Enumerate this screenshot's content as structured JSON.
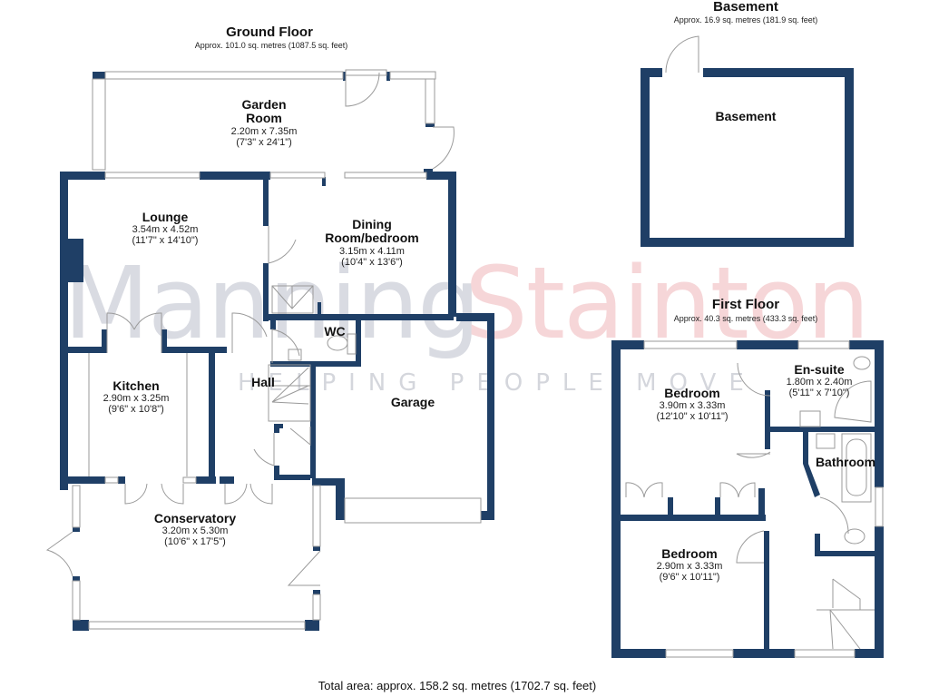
{
  "watermark": {
    "brand_part1": "Manning",
    "brand_part2": "Stainton",
    "tagline": "HELPING PEOPLE MOVE",
    "colors": {
      "part1": "#d9dbe2",
      "part2": "#f6d6d8"
    }
  },
  "colors": {
    "wall": "#1f3f66",
    "fixture_line": "#9a9a9a",
    "window_fill": "#ffffff"
  },
  "floors": {
    "ground": {
      "title": "Ground Floor",
      "area": "Approx. 101.0 sq. metres (1087.5 sq. feet)",
      "rooms": {
        "garden_room": {
          "name_line1": "Garden",
          "name_line2": "Room",
          "metric": "2.20m x 7.35m",
          "imperial": "(7'3\" x 24'1\")"
        },
        "lounge": {
          "name": "Lounge",
          "metric": "3.54m x 4.52m",
          "imperial": "(11'7\" x 14'10\")"
        },
        "dining": {
          "name_line1": "Dining",
          "name_line2": "Room/bedroom",
          "metric": "3.15m x 4.11m",
          "imperial": "(10'4\" x 13'6\")"
        },
        "wc": {
          "name": "WC"
        },
        "kitchen": {
          "name": "Kitchen",
          "metric": "2.90m x 3.25m",
          "imperial": "(9'6\" x 10'8\")"
        },
        "hall": {
          "name": "Hall"
        },
        "garage": {
          "name": "Garage"
        },
        "conservatory": {
          "name": "Conservatory",
          "metric": "3.20m x 5.30m",
          "imperial": "(10'6\" x 17'5\")"
        }
      }
    },
    "basement": {
      "title": "Basement",
      "area": "Approx. 16.9 sq. metres (181.9 sq. feet)",
      "rooms": {
        "basement": {
          "name": "Basement"
        }
      }
    },
    "first": {
      "title": "First Floor",
      "area": "Approx. 40.3 sq. metres (433.3 sq. feet)",
      "rooms": {
        "bedroom1": {
          "name": "Bedroom",
          "metric": "3.90m x 3.33m",
          "imperial": "(12'10\" x 10'11\")"
        },
        "ensuite": {
          "name": "En-suite",
          "metric": "1.80m x 2.40m",
          "imperial": "(5'11\" x 7'10\")"
        },
        "bathroom": {
          "name": "Bathroom"
        },
        "bedroom2": {
          "name": "Bedroom",
          "metric": "2.90m x 3.33m",
          "imperial": "(9'6\" x 10'11\")"
        }
      }
    }
  },
  "total_area": "Total area: approx. 158.2 sq. metres (1702.7 sq. feet)"
}
